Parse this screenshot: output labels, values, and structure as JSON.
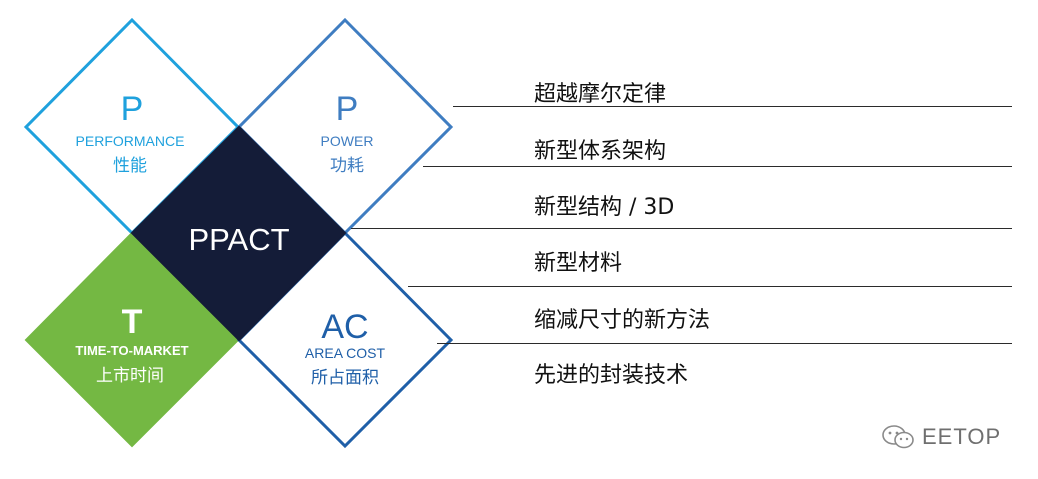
{
  "colors": {
    "performance": "#1fa1dd",
    "power": "#3f7dc1",
    "center": "#141c38",
    "time": "#74b843",
    "area": "#1f5fa8"
  },
  "diamonds": {
    "performance": {
      "letter": "P",
      "english": "PERFORMANCE",
      "chinese": "性能"
    },
    "power": {
      "letter": "P",
      "english": "POWER",
      "chinese": "功耗"
    },
    "center": {
      "label": "PPACT"
    },
    "time": {
      "letter": "T",
      "english": "TIME-TO-MARKET",
      "chinese": "上市时间"
    },
    "area": {
      "letter": "AC",
      "english": "AREA COST",
      "chinese": "所占面积"
    }
  },
  "items": [
    {
      "label": "超越摩尔定律"
    },
    {
      "label": "新型体系架构"
    },
    {
      "label": "新型结构 / 3D"
    },
    {
      "label": "新型材料"
    },
    {
      "label": "缩减尺寸的新方法"
    },
    {
      "label": "先进的封装技术"
    }
  ],
  "watermark": {
    "icon": "wechat-icon",
    "text": "EETOP"
  }
}
